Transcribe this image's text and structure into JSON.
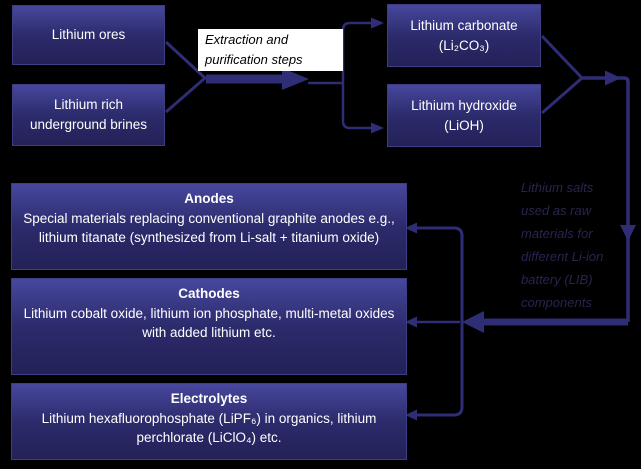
{
  "palette": {
    "background": "#000000",
    "node_fill_top": "#47479e",
    "node_fill_bottom": "#232157",
    "node_border": "#3e3c82",
    "connector": "#2e2d75",
    "note_text_color": "#262550",
    "process_box_bg": "#ffffff",
    "node_text_color": "#ffffff"
  },
  "sources": {
    "ores_label": "Lithium ores",
    "brines_label": "Lithium rich\nunderground brines"
  },
  "process_label": "Extraction and\npurification steps",
  "salts": {
    "carbonate_label": "Lithium carbonate\n(Li₂CO₃)",
    "hydroxide_label": "Lithium hydroxide\n(LiOH)"
  },
  "components": [
    {
      "title": "Anodes",
      "description": "Special materials replacing conventional graphite anodes e.g., lithium titanate (synthesized from Li-salt + titanium oxide)"
    },
    {
      "title": "Cathodes",
      "description": "Lithium cobalt oxide, lithium ion phosphate, multi-metal oxides with added lithium etc."
    },
    {
      "title": "Electrolytes",
      "description": "Lithium hexafluorophosphate (LiPF₆) in organics, lithium perchlorate (LiClO₄) etc."
    }
  ],
  "note_label": "Lithium salts\nused as raw\nmaterials for\ndifferent Li-ion\nbattery (LIB)\ncomponents"
}
